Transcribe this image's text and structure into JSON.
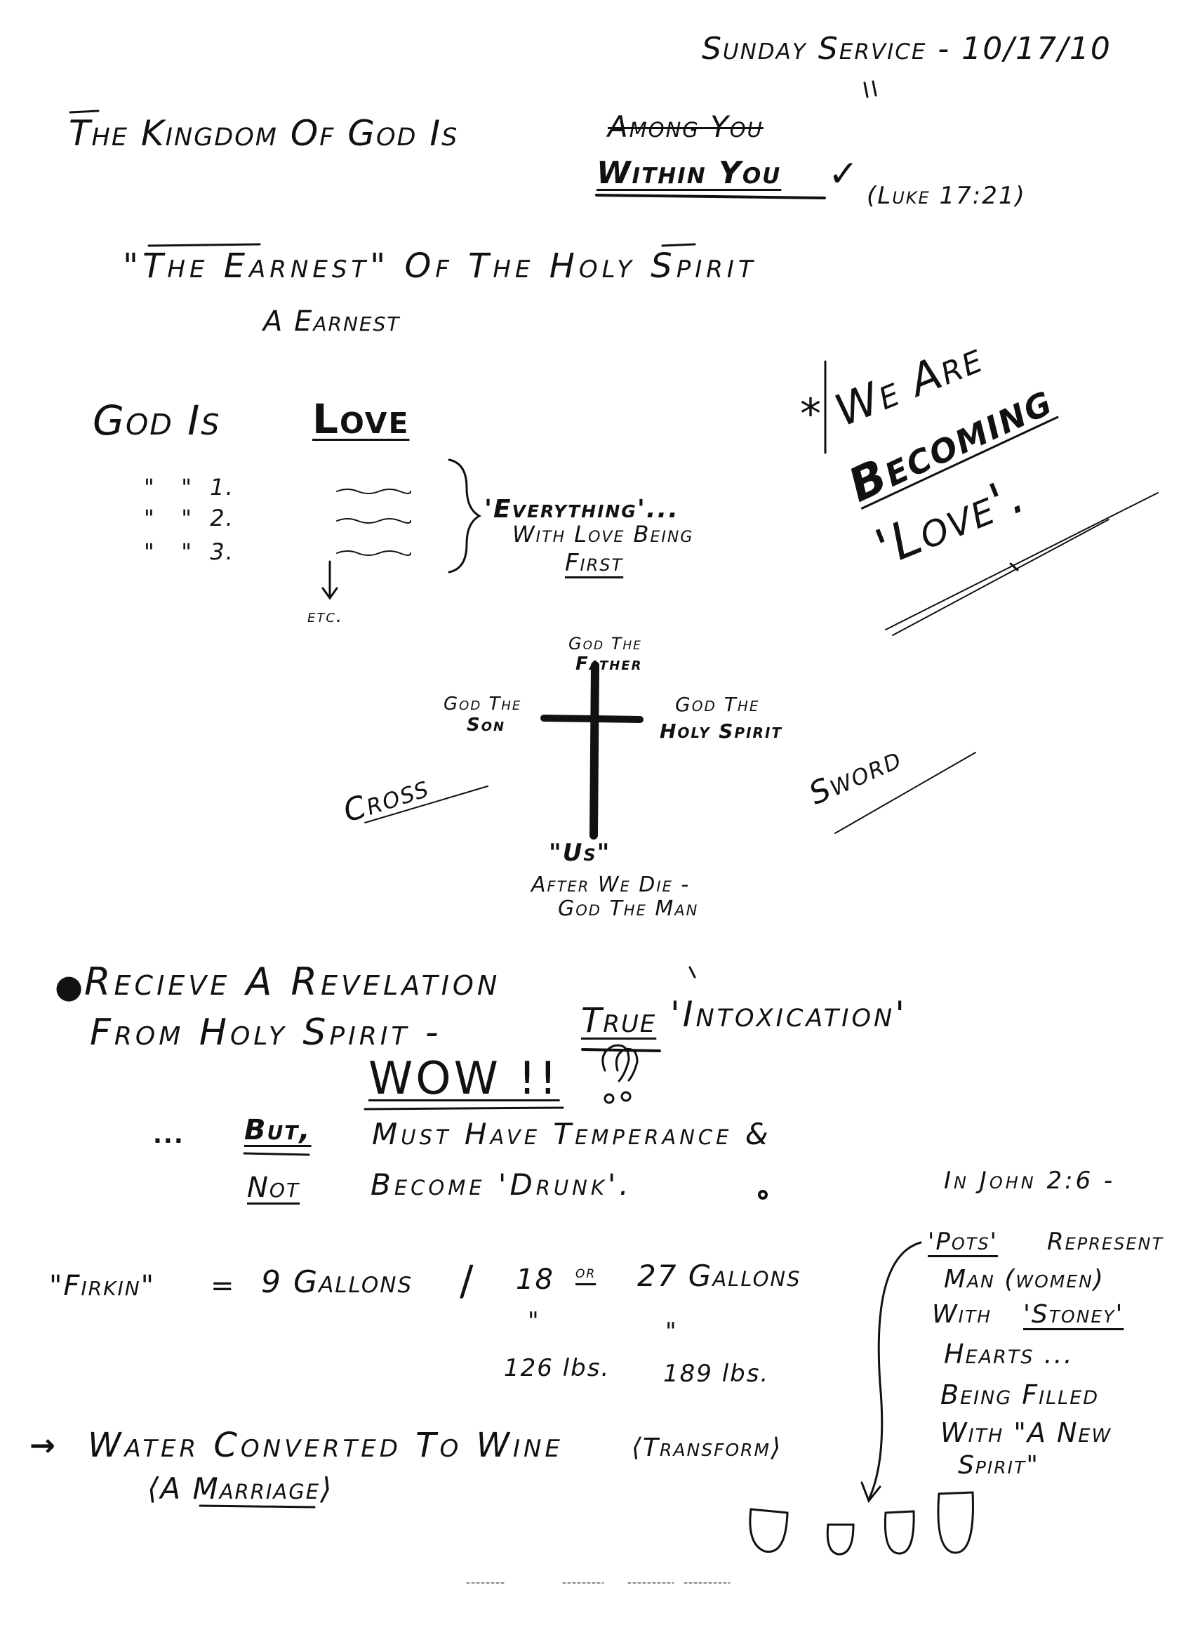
{
  "header": {
    "service": "Sunday Service - 10/17/10"
  },
  "kingdom": {
    "line": "The Kingdom Of God Is",
    "struck": "Among You",
    "correction": "Within You",
    "check": "✓",
    "reference": "(Luke 17:21)"
  },
  "earnest": {
    "title": "\"The Earnest\" Of The Holy Spirit",
    "sub": "A Earnest"
  },
  "love": {
    "title": "God Is",
    "word": "Love",
    "ditto_rows": [
      "\"   \"  1.",
      "\"   \"  2.",
      "\"   \"  3."
    ],
    "etc": "etc.",
    "everything": "'Everything'...",
    "with_love": "With Love Being",
    "first": "First"
  },
  "becoming": {
    "star": "*",
    "we_are": "We Are",
    "becoming": "Becoming",
    "love": "'Love'."
  },
  "cross": {
    "father_1": "God The",
    "father_2": "Father",
    "son_1": "God The",
    "son_2": "Son",
    "spirit_1": "God The",
    "spirit_2": "Holy Spirit",
    "left": "Cross",
    "right": "Sword",
    "us": "\"Us\"",
    "after_1": "After We Die -",
    "after_2": "God The Man"
  },
  "revelation": {
    "line1": "Recieve A Revelation",
    "line2a": "From Holy Spirit -",
    "true_word": "True",
    "line2b": "'Intoxication'",
    "wow": "WOW !!",
    "but_prefix": "...",
    "but": "But,",
    "line3": "Must Have Temperance &",
    "not": "Not",
    "line4": "Become 'Drunk'."
  },
  "john": {
    "heading": "In John 2:6 -",
    "pots": "'Pots'",
    "rep": "Represent",
    "man": "Man (women)",
    "stoney_prefix": "With",
    "stoney": "'Stoney'",
    "hearts": "Hearts ...",
    "being": "Being Filled",
    "with_new": "With \"A New",
    "spirit": "Spirit\""
  },
  "firkin": {
    "label": "\"Firkin\"",
    "eq": "=",
    "nine": "9 Gallons",
    "slash": "/",
    "eighteen": "18",
    "or": "or",
    "twentyseven": "27 Gallons",
    "ditto1": "\"",
    "ditto2": "\"",
    "lbs1": "126 lbs.",
    "lbs2": "189 lbs."
  },
  "water": {
    "arrow": "→",
    "line": "Water Converted To Wine",
    "transform": "⟨Transform⟩",
    "marriage": "⟨A Marriage⟩"
  }
}
